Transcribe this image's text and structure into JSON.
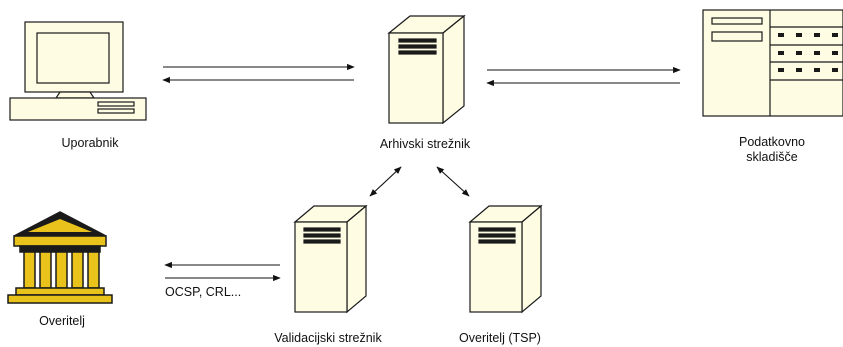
{
  "nodes": {
    "user": "Uporabnik",
    "archive_server": "Arhivski strežnik",
    "data_store_line1": "Podatkovno",
    "data_store_line2": "skladišče",
    "certifier": "Overitelj",
    "validation_server": "Validacijski strežnik",
    "tsp": "Overitelj (TSP)"
  },
  "edge_labels": {
    "ocsp": "OCSP, CRL..."
  },
  "colors": {
    "cream": "#FEFDE4",
    "outline": "#1A1A1A",
    "gold": "#E9C21B"
  }
}
